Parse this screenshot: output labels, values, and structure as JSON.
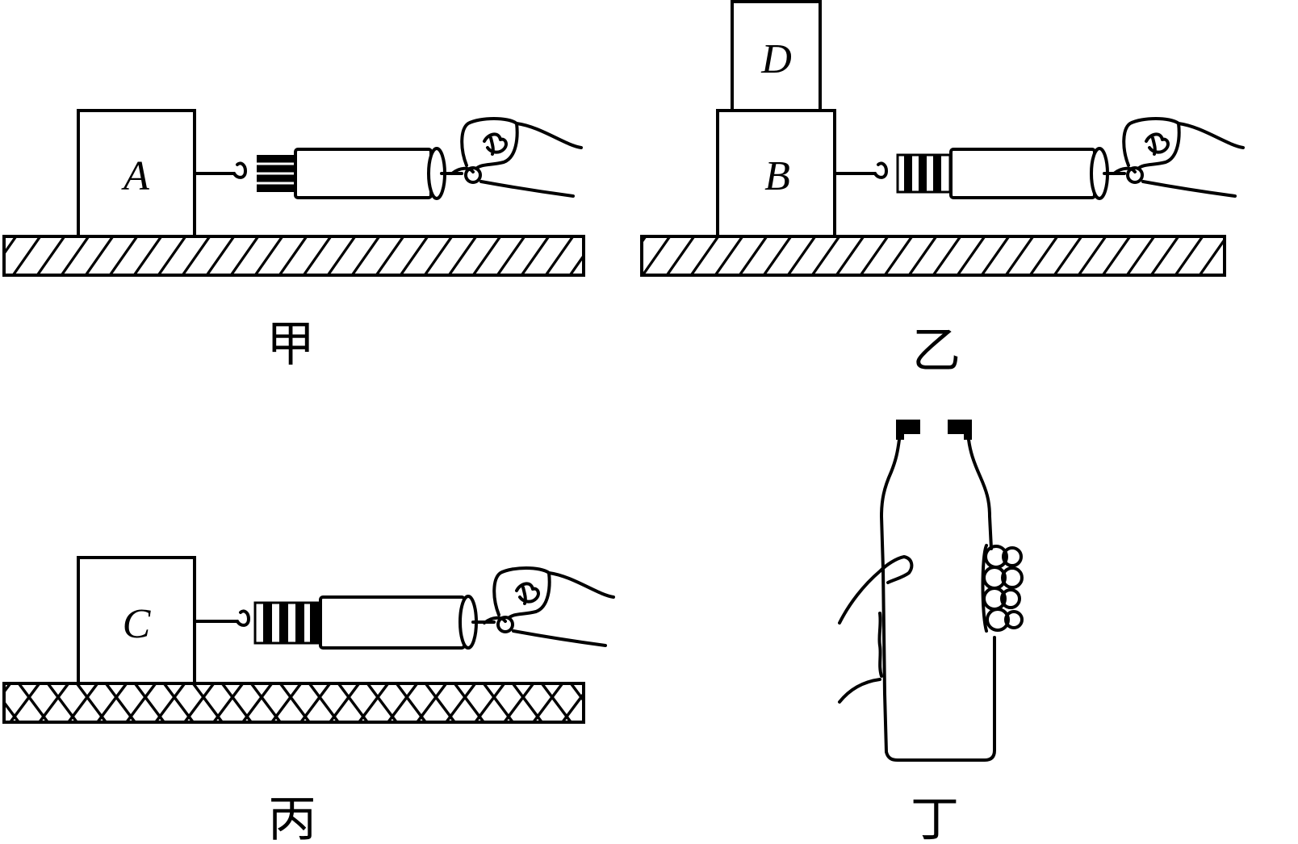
{
  "panels": [
    {
      "id": "jia",
      "caption": "甲",
      "blocks": [
        "A"
      ],
      "surface": "diagonal-hatch"
    },
    {
      "id": "yi",
      "caption": "乙",
      "blocks": [
        "B",
        "D"
      ],
      "surface": "diagonal-hatch"
    },
    {
      "id": "bing",
      "caption": "丙",
      "blocks": [
        "C"
      ],
      "surface": "cross-hatch"
    },
    {
      "id": "ding",
      "caption": "丁",
      "blocks": [],
      "surface": "none"
    }
  ],
  "colors": {
    "ink": "#000000",
    "background": "#ffffff"
  },
  "icons": [
    "hand-icon",
    "spring-scale-icon",
    "bottle-icon"
  ]
}
